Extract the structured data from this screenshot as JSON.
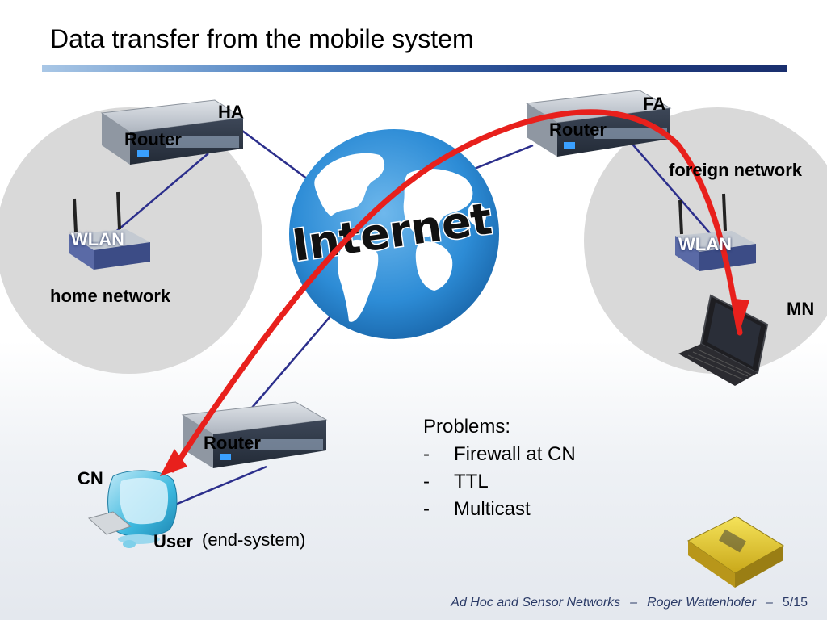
{
  "slide": {
    "title": "Data transfer from the mobile system"
  },
  "labels": {
    "ha": "HA",
    "fa": "FA",
    "router_home": "Router",
    "router_foreign": "Router",
    "router_cn": "Router",
    "wlan_home": "WLAN",
    "wlan_foreign": "WLAN",
    "home_network": "home network",
    "foreign_network": "foreign network",
    "mn": "MN",
    "cn": "CN",
    "user": "User",
    "user_suffix": "(end-system)",
    "internet": "Internet"
  },
  "problems": {
    "heading": "Problems:",
    "items": [
      "Firewall at CN",
      "TTL",
      "Multicast"
    ]
  },
  "footer": {
    "course": "Ad Hoc and Sensor Networks",
    "separator": "–",
    "author": "Roger Wattenhofer",
    "page": "5/15"
  },
  "colors": {
    "title_bar": "#1f3f86",
    "network_bubble": "#d9d9d9",
    "link_line": "#2c2f8c",
    "arrow": "#e8201c",
    "ocean": "#2d8cd6"
  }
}
